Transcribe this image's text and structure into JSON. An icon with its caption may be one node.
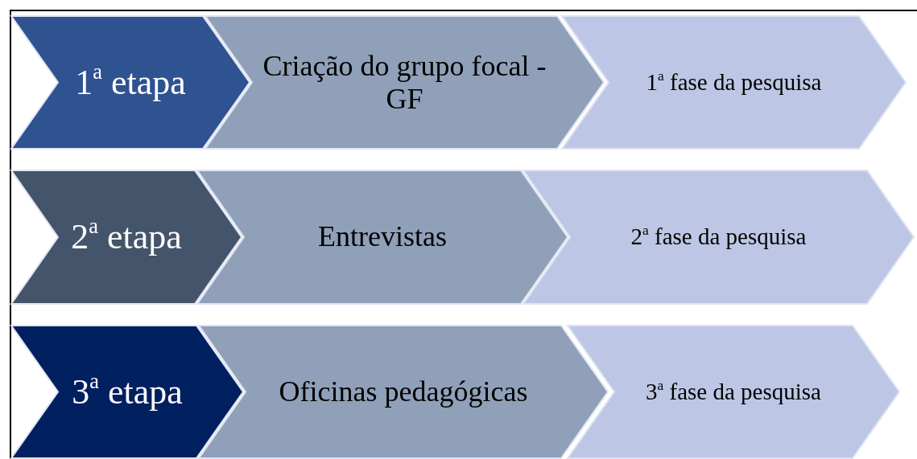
{
  "diagram": {
    "nodes": [
      {
        "text": [
          "1$^{a}$ etapa"
        ]
      },
      {
        "text": [
          "Criação do grupo focal - GF"
        ]
      },
      {
        "text": [
          "1$^{a}$ fase da pesquisa"
        ]
      },
      {
        "text": [
          "2$^{a}$ etapa"
        ]
      },
      {
        "text": [
          "Entrevistas"
        ]
      },
      {
        "text": [
          "2$^{a}$ fase da pesquisa"
        ]
      },
      {
        "text": [
          "3$^{a}$ etapa"
        ]
      },
      {
        "text": [
          "Oficinas pedagógicas"
        ]
      },
      {
        "text": [
          "3$^{a}$ fase da pesquisa"
        ]
      }
    ]
  }
}
